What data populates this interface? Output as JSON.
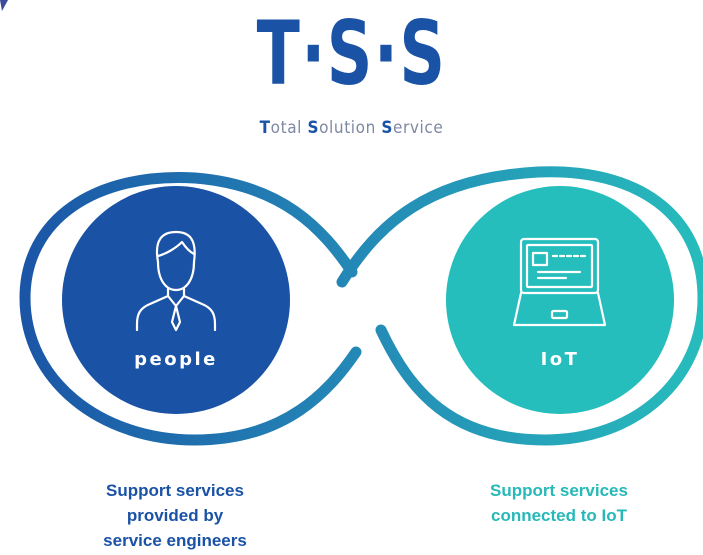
{
  "logo": {
    "letters": [
      "T",
      "S",
      "S"
    ],
    "separator": "·"
  },
  "tagline": [
    {
      "cap": "T",
      "rest": "otal "
    },
    {
      "cap": "S",
      "rest": "olution "
    },
    {
      "cap": "S",
      "rest": "ervice"
    }
  ],
  "left_circle": {
    "label": "people",
    "icon": "person-with-tie-icon",
    "color": "#1a52a5"
  },
  "right_circle": {
    "label": "IoT",
    "icon": "laptop-icon",
    "color": "#26bdbd"
  },
  "captions": {
    "left": [
      "Support services",
      "provided by",
      "service engineers"
    ],
    "right": [
      "Support services",
      "connected to IoT"
    ]
  },
  "colors": {
    "blue": "#1a52a5",
    "teal": "#27b8b8",
    "gray": "#7f88a3"
  }
}
